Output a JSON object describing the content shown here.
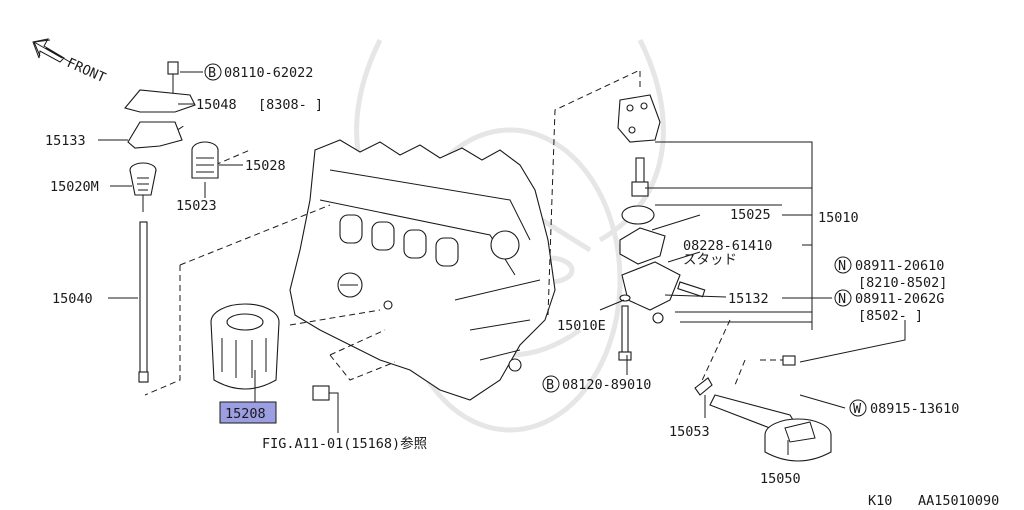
{
  "front_label": "FRONT",
  "callouts": {
    "bolt_08110": "08110-62022",
    "p15048": "15048",
    "p15048_range": "[8308-   ]",
    "p15133": "15133",
    "p15028": "15028",
    "p15020m": "15020M",
    "p15023": "15023",
    "p15040": "15040",
    "p15208": "15208",
    "fig_ref": "FIG.A11-01(15168)参照",
    "p15025": "15025",
    "p15010": "15010",
    "stud_08228": "08228-61410",
    "stud_text": "スタッド",
    "nut_08911_a": "08911-20610",
    "nut_08911_a_range": "[8210-8502]",
    "nut_08911_b": "08911-2062G",
    "nut_08911_b_range": "[8502-   ]",
    "p15132": "15132",
    "p15010e": "15010E",
    "bolt_08120": "08120-89010",
    "washer_08915": "08915-13610",
    "p15053": "15053",
    "p15050": "15050"
  },
  "markers": {
    "b": "B",
    "n": "N",
    "w": "W"
  },
  "footer": {
    "code_left": "K10",
    "code_right": "AA15010090"
  },
  "colors": {
    "highlight": "#9c9ee2"
  }
}
